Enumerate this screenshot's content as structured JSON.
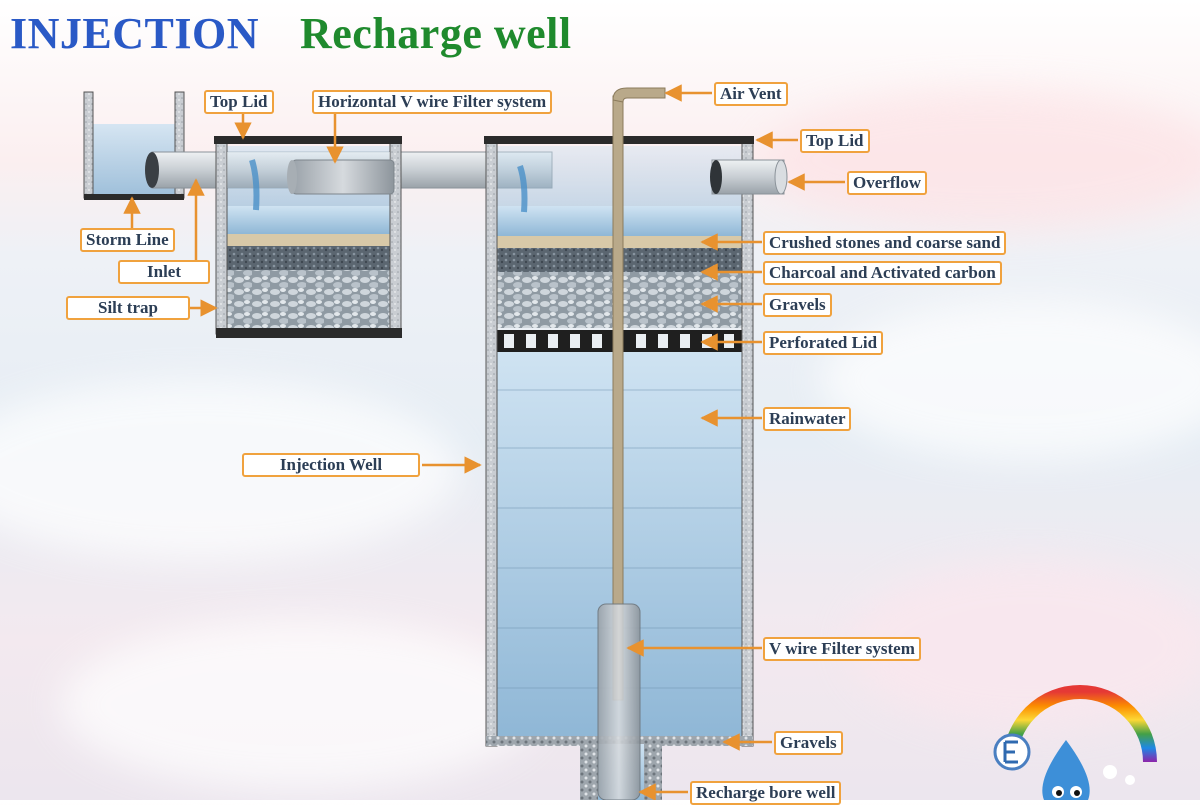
{
  "title": {
    "part1": "INJECTION",
    "part2": "Recharge well"
  },
  "labels": {
    "top_lid_left": "Top Lid",
    "horizontal_filter": "Horizontal V wire Filter system",
    "air_vent": "Air Vent",
    "top_lid_right": "Top Lid",
    "overflow": "Overflow",
    "storm_line": "Storm Line",
    "inlet": "Inlet",
    "silt_trap": "Silt trap",
    "crushed_stones": "Crushed stones and coarse sand",
    "charcoal": "Charcoal and Activated carbon",
    "gravels_top": "Gravels",
    "perforated_lid": "Perforated Lid",
    "rainwater": "Rainwater",
    "injection_well": "Injection Well",
    "v_wire_filter": "V wire Filter system",
    "gravels_bottom": "Gravels",
    "recharge_bore_well": "Recharge bore well"
  },
  "colors": {
    "title_blue": "#2a59c6",
    "title_green": "#1f8a2d",
    "label_border": "#f0a23e",
    "arrow": "#e8922f",
    "water": "#a9cbe3",
    "lid": "#2b2b2b"
  },
  "icons": [
    "rainbow-icon",
    "water-drop-mascot-icon",
    "logo-e-icon"
  ]
}
